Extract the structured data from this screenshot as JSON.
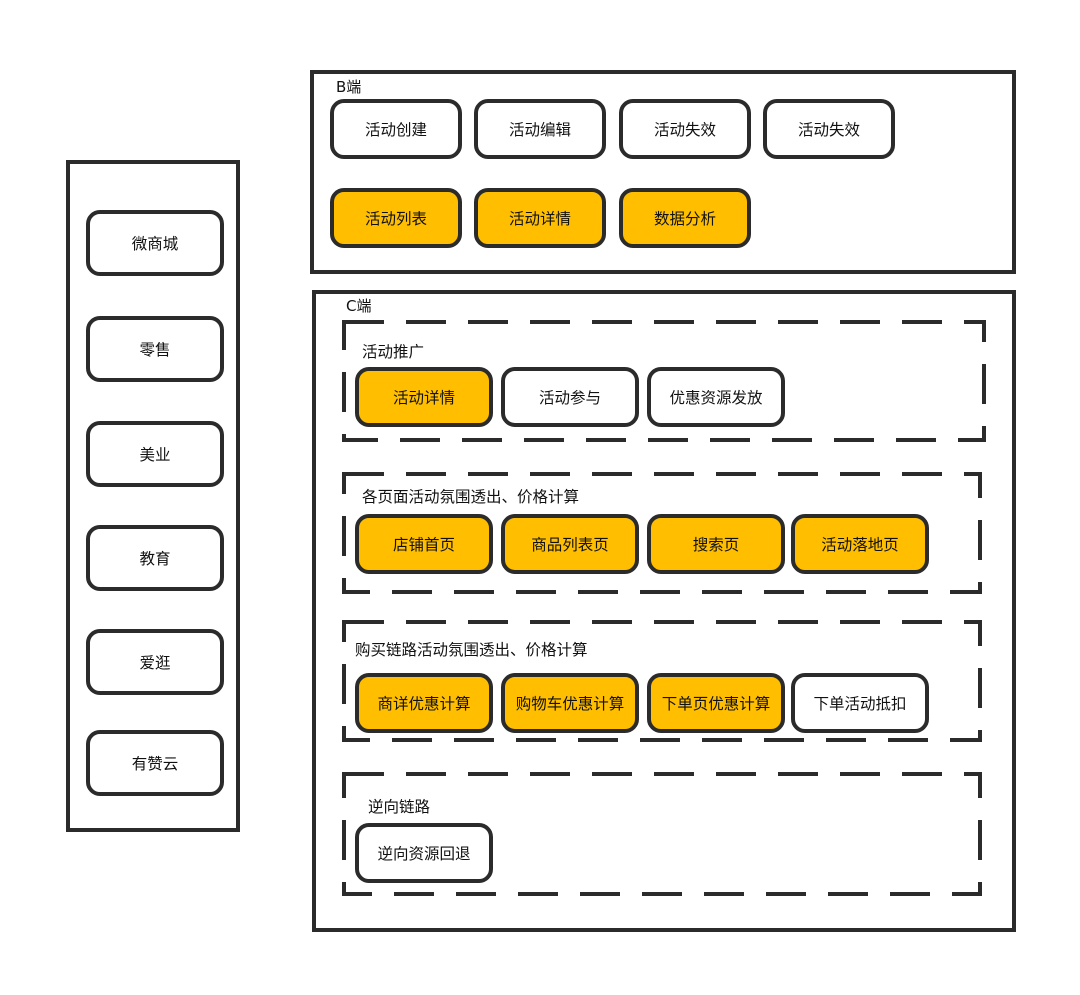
{
  "colors": {
    "stroke": "#2b2b2b",
    "highlight": "#ffbf00",
    "background": "#ffffff"
  },
  "sidebar": {
    "items": [
      "微商城",
      "零售",
      "美业",
      "教育",
      "爱逛",
      "有赞云"
    ]
  },
  "b_panel": {
    "title": "B端",
    "row1": [
      {
        "label": "活动创建",
        "highlighted": false
      },
      {
        "label": "活动编辑",
        "highlighted": false
      },
      {
        "label": "活动失效",
        "highlighted": false
      },
      {
        "label": "活动失效",
        "highlighted": false
      }
    ],
    "row2": [
      {
        "label": "活动列表",
        "highlighted": true
      },
      {
        "label": "活动详情",
        "highlighted": true
      },
      {
        "label": "数据分析",
        "highlighted": true
      }
    ]
  },
  "c_panel": {
    "title": "C端",
    "groups": [
      {
        "title": "活动推广",
        "items": [
          {
            "label": "活动详情",
            "highlighted": true
          },
          {
            "label": "活动参与",
            "highlighted": false
          },
          {
            "label": "优惠资源发放",
            "highlighted": false
          }
        ]
      },
      {
        "title": "各页面活动氛围透出、价格计算",
        "items": [
          {
            "label": "店铺首页",
            "highlighted": true
          },
          {
            "label": "商品列表页",
            "highlighted": true
          },
          {
            "label": "搜索页",
            "highlighted": true
          },
          {
            "label": "活动落地页",
            "highlighted": true
          }
        ]
      },
      {
        "title": "购买链路活动氛围透出、价格计算",
        "items": [
          {
            "label": "商详优惠计算",
            "highlighted": true
          },
          {
            "label": "购物车优惠计算",
            "highlighted": true
          },
          {
            "label": "下单页优惠计算",
            "highlighted": true
          },
          {
            "label": "下单活动抵扣",
            "highlighted": false
          }
        ]
      },
      {
        "title": "逆向链路",
        "items": [
          {
            "label": "逆向资源回退",
            "highlighted": false
          }
        ]
      }
    ]
  }
}
